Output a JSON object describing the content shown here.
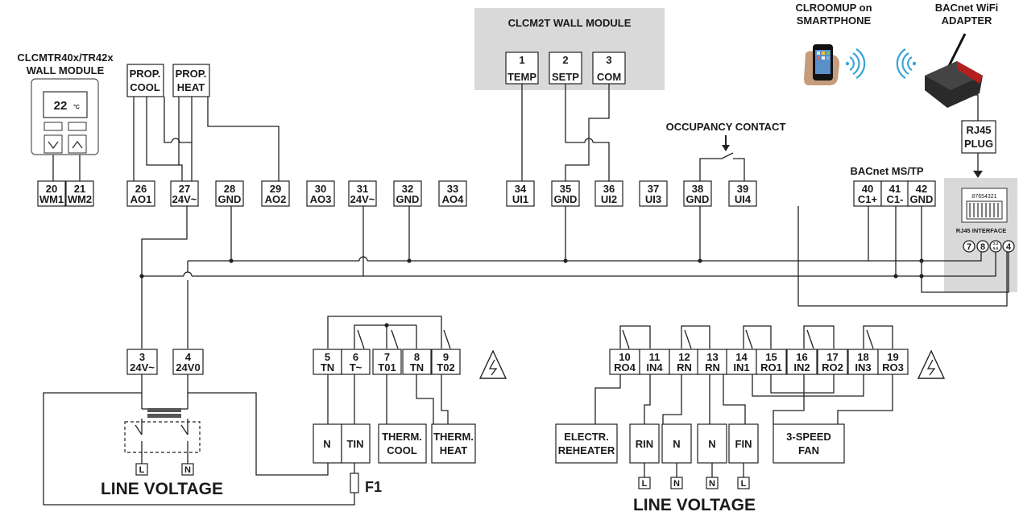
{
  "wall_module_tr": {
    "title_line1": "CLCMTR40x/TR42x",
    "title_line2": "WALL MODULE",
    "display_value": "22",
    "display_unit": "°C"
  },
  "wall_module_2t": {
    "title": "CLCM2T WALL MODULE",
    "terminals": [
      {
        "num": "1",
        "label": "TEMP"
      },
      {
        "num": "2",
        "label": "SETP"
      },
      {
        "num": "3",
        "label": "COM"
      }
    ]
  },
  "smartphone": {
    "line1": "CLROOMUP on",
    "line2": "SMARTPHONE"
  },
  "wifi_adapter": {
    "line1": "BACnet WiFi",
    "line2": "ADAPTER"
  },
  "rj45_plug": {
    "line1": "RJ45",
    "line2": "PLUG"
  },
  "rj45_interface": {
    "label": "RJ45 INTERFACE",
    "pin_numbers": "87654321",
    "pins": [
      "7",
      "8",
      "2.3 5.6",
      "4"
    ]
  },
  "bacnet_mstp": {
    "title": "BACnet MS/TP"
  },
  "occupancy": {
    "title": "OCCUPANCY CONTACT"
  },
  "prop_cool": {
    "line1": "PROP.",
    "line2": "COOL"
  },
  "prop_heat": {
    "line1": "PROP.",
    "line2": "HEAT"
  },
  "top_terminals": [
    {
      "num": "20",
      "label": "WM1"
    },
    {
      "num": "21",
      "label": "WM2"
    },
    {
      "num": "26",
      "label": "AO1"
    },
    {
      "num": "27",
      "label": "24V~"
    },
    {
      "num": "28",
      "label": "GND"
    },
    {
      "num": "29",
      "label": "AO2"
    },
    {
      "num": "30",
      "label": "AO3"
    },
    {
      "num": "31",
      "label": "24V~"
    },
    {
      "num": "32",
      "label": "GND"
    },
    {
      "num": "33",
      "label": "AO4"
    },
    {
      "num": "34",
      "label": "UI1"
    },
    {
      "num": "35",
      "label": "GND"
    },
    {
      "num": "36",
      "label": "UI2"
    },
    {
      "num": "37",
      "label": "UI3"
    },
    {
      "num": "38",
      "label": "GND"
    },
    {
      "num": "39",
      "label": "UI4"
    },
    {
      "num": "40",
      "label": "C1+"
    },
    {
      "num": "41",
      "label": "C1-"
    },
    {
      "num": "42",
      "label": "GND"
    }
  ],
  "power_terminals": [
    {
      "num": "3",
      "label": "24V~"
    },
    {
      "num": "4",
      "label": "24V0"
    }
  ],
  "mid_terminals": [
    {
      "num": "5",
      "label": "TN"
    },
    {
      "num": "6",
      "label": "T~"
    },
    {
      "num": "7",
      "label": "T01"
    },
    {
      "num": "8",
      "label": "TN"
    },
    {
      "num": "9",
      "label": "T02"
    }
  ],
  "right_terminals": [
    {
      "num": "10",
      "label": "RO4"
    },
    {
      "num": "11",
      "label": "IN4"
    },
    {
      "num": "12",
      "label": "RN"
    },
    {
      "num": "13",
      "label": "RN"
    },
    {
      "num": "14",
      "label": "IN1"
    },
    {
      "num": "15",
      "label": "RO1"
    },
    {
      "num": "16",
      "label": "IN2"
    },
    {
      "num": "17",
      "label": "RO2"
    },
    {
      "num": "18",
      "label": "IN3"
    },
    {
      "num": "19",
      "label": "RO3"
    }
  ],
  "mid_loads": {
    "n": "N",
    "tin": "TIN",
    "therm_cool_1": "THERM.",
    "therm_cool_2": "COOL",
    "therm_heat_1": "THERM.",
    "therm_heat_2": "HEAT"
  },
  "right_loads": {
    "electr_1": "ELECTR.",
    "electr_2": "REHEATER",
    "rin": "RIN",
    "n1": "N",
    "n2": "N",
    "fin": "FIN",
    "fan_1": "3-SPEED",
    "fan_2": "FAN"
  },
  "line_voltage_left": {
    "title": "LINE VOLTAGE",
    "l": "L",
    "n": "N"
  },
  "line_voltage_right": {
    "title": "LINE VOLTAGE",
    "terms": [
      "L",
      "N",
      "N",
      "L"
    ]
  },
  "fuse": {
    "label": "F1"
  }
}
